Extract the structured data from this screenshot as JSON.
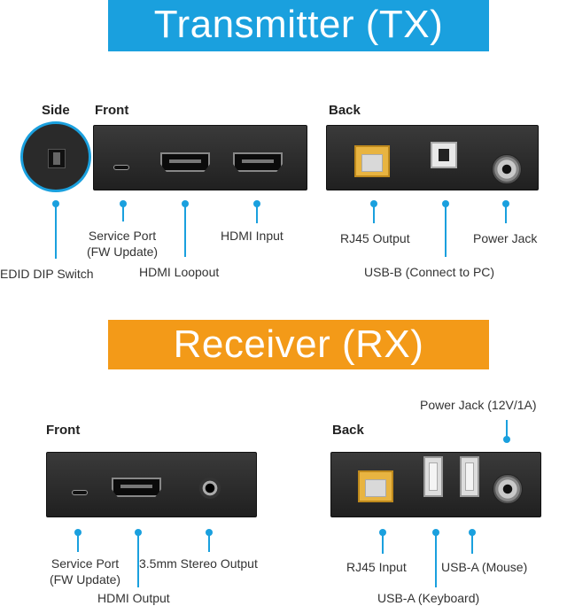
{
  "tx": {
    "title": "Transmitter (TX)",
    "side_label": "Side",
    "front_label": "Front",
    "back_label": "Back",
    "labels": {
      "service_port": "Service Port\n(FW Update)",
      "hdmi_input": "HDMI Input",
      "edid": "EDID DIP Switch",
      "hdmi_loopout": "HDMI Loopout",
      "rj45_output": "RJ45 Output",
      "power_jack": "Power Jack",
      "usb_b": "USB-B (Connect to PC)"
    }
  },
  "rx": {
    "title": "Receiver (RX)",
    "front_label": "Front",
    "back_label": "Back",
    "labels": {
      "power_jack": "Power Jack (12V/1A)",
      "service_port": "Service Port\n(FW Update)",
      "stereo": "3.5mm Stereo Output",
      "hdmi_output": "HDMI Output",
      "rj45_input": "RJ45 Input",
      "usb_mouse": "USB-A (Mouse)",
      "usb_keyboard": "USB-A (Keyboard)"
    }
  },
  "colors": {
    "tx_banner": "#1aa0de",
    "rx_banner": "#f39a18",
    "callout": "#1aa0de"
  },
  "icons": [
    "micro-usb-port",
    "hdmi-port",
    "rj45-port",
    "usb-b-port",
    "usb-a-port",
    "dc-power-jack",
    "audio-jack",
    "dip-switch"
  ]
}
